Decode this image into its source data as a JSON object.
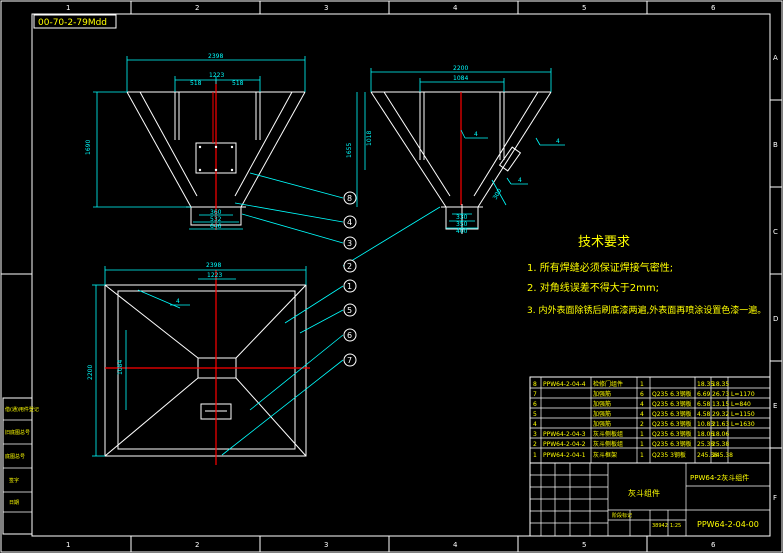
{
  "drawing_code": "00-70-2-79Mdd",
  "border": {
    "columns": [
      "1",
      "2",
      "3",
      "4",
      "5",
      "6"
    ],
    "rows": [
      "A",
      "B",
      "C",
      "D",
      "E",
      "F"
    ]
  },
  "front_view": {
    "dims": {
      "top_width": "2398",
      "inner_width": "1223",
      "half_left": "518",
      "half_right": "518",
      "height": "1690",
      "bottom_1": "360",
      "bottom_2": "532",
      "bottom_3": "646"
    }
  },
  "side_view": {
    "dims": {
      "top_width": "2200",
      "inner_width": "1084",
      "height_outer": "1655",
      "height_inner": "1018",
      "bottom_1": "330",
      "bottom_2": "350",
      "bottom_3": "400",
      "slant": "300"
    },
    "weld_note": "4"
  },
  "plan_view": {
    "dims": {
      "width": "2398",
      "inner_width": "1223",
      "height": "2200",
      "inner_height": "1084"
    },
    "weld_note": "4"
  },
  "balloons": [
    "8",
    "4",
    "3",
    "2",
    "1",
    "5",
    "6",
    "7"
  ],
  "tech_requirements": {
    "title": "技术要求",
    "items": [
      "1.  所有焊缝必须保证焊接气密性;",
      "2.  对角线误差不得大于2mm;",
      "3.  内外表面除锈后刷底漆两遍,外表面再喷涂设置色漆一遍。"
    ]
  },
  "bom": [
    {
      "no": "8",
      "code": "PPW64-2-04-4",
      "name": "检修门组件",
      "qty": "1",
      "material": "",
      "unit": "18.35",
      "total": "18.35",
      "note": ""
    },
    {
      "no": "7",
      "code": "",
      "name": "加强筋",
      "qty": "6",
      "material": "Q235 6.3钢板",
      "unit": "6.69",
      "total": "26.73",
      "note": "L=1170"
    },
    {
      "no": "6",
      "code": "",
      "name": "加强筋",
      "qty": "4",
      "material": "Q235 6.3钢板",
      "unit": "6.58",
      "total": "13.15",
      "note": "L=840"
    },
    {
      "no": "5",
      "code": "",
      "name": "加强筋",
      "qty": "4",
      "material": "Q235 6.3钢板",
      "unit": "4.58",
      "total": "29.32",
      "note": "L=1150"
    },
    {
      "no": "4",
      "code": "",
      "name": "加强筋",
      "qty": "2",
      "material": "Q235 6.3钢板",
      "unit": "10.83",
      "total": "21.63",
      "note": "L=1630"
    },
    {
      "no": "3",
      "code": "PPW64-2-04-3",
      "name": "灰斗侧板组",
      "qty": "1",
      "material": "Q235 6.3钢板",
      "unit": "18.06",
      "total": "18.06",
      "note": ""
    },
    {
      "no": "2",
      "code": "PPW64-2-04-2",
      "name": "灰斗侧板组",
      "qty": "1",
      "material": "Q235 6.3钢板",
      "unit": "25.38",
      "total": "25.38",
      "note": ""
    },
    {
      "no": "1",
      "code": "PPW64-2-04-1",
      "name": "灰斗框架",
      "qty": "1",
      "material": "Q235 3钢板",
      "unit": "245.38",
      "total": "245.38",
      "note": ""
    }
  ],
  "title_block": {
    "part_name": "灰斗组件",
    "drawing_name": "PPW64-2灰斗组件",
    "drawing_number": "PPW64-2-04-00",
    "weight": "38942",
    "scale": "1:25",
    "stage": "阶段标记"
  },
  "side_strip": [
    "借(通)用件登记",
    "旧底图总号",
    "底图总号",
    "签字",
    "日期"
  ],
  "colors": {
    "line": "#ffffff",
    "dim": "#00ffff",
    "accent": "#ff0000",
    "text": "#ffff00",
    "frame": "#ffffff"
  }
}
